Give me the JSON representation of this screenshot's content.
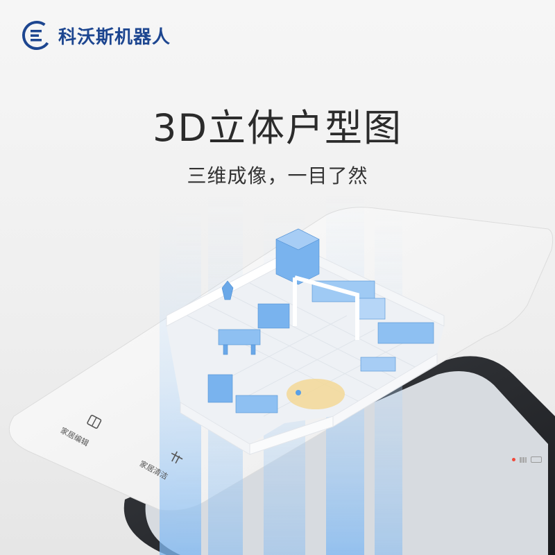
{
  "brand": {
    "name": "科沃斯机器人",
    "icon": "ecovacs-logo-icon",
    "color": "#1d4690"
  },
  "headline": "3D立体户型图",
  "subline": "三维成像，一目了然",
  "menu": {
    "edit_label": "家居编辑",
    "edit_icon": "house-edit-icon",
    "clean_label": "家居清洁",
    "clean_icon": "house-clean-icon"
  },
  "colors": {
    "furniture": "#6aa8e8",
    "floor": "#e9edf2",
    "wall": "#f7f8fa",
    "beam": "#9cc8f3",
    "spot": "#f2d69a"
  }
}
